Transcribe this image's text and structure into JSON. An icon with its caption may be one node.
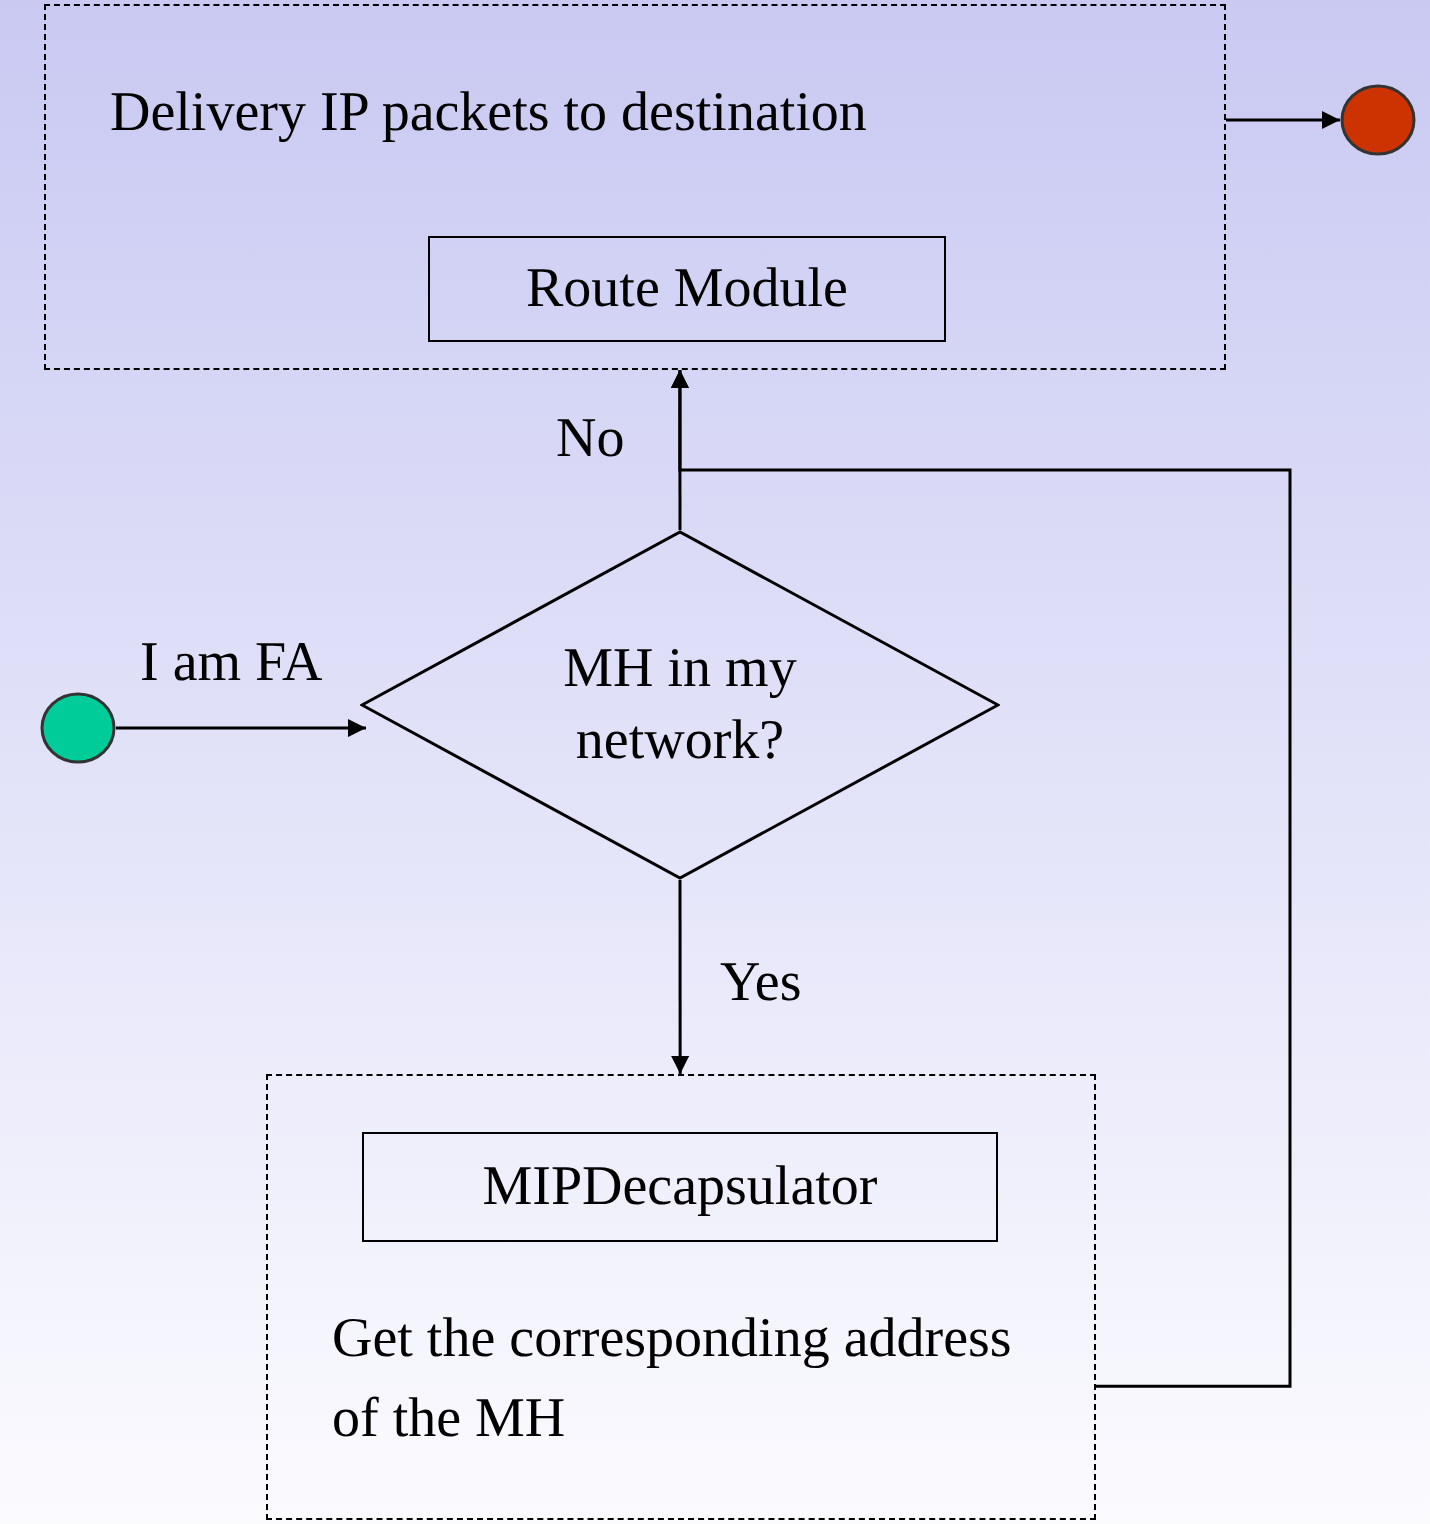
{
  "diagram": {
    "nodes": [
      {
        "text": [
          "Delivery IP packets to destination"
        ]
      },
      {
        "text": [
          "Route Module"
        ],
        "in": 0
      },
      {
        "text": [],
        "shape": "circle"
      },
      {
        "text": [
          "MH in my network?"
        ]
      },
      {
        "text": [],
        "shape": "circle"
      },
      {
        "text": [
          "Get the corresponding address of the MH"
        ]
      },
      {
        "text": [
          "MIPDecapsulator"
        ],
        "in": 5
      }
    ],
    "edges": [
      {
        "from": 0,
        "to": 2,
        "arrow": "to"
      },
      {
        "from": 4,
        "to": 3,
        "arrow": "to",
        "label": "I am FA"
      },
      {
        "from": 3,
        "to": 0,
        "arrow": "to",
        "label": "No"
      },
      {
        "from": 3,
        "to": 5,
        "arrow": "to",
        "label": "Yes"
      },
      {
        "from": 5,
        "to": 0,
        "arrow": "to"
      }
    ]
  }
}
